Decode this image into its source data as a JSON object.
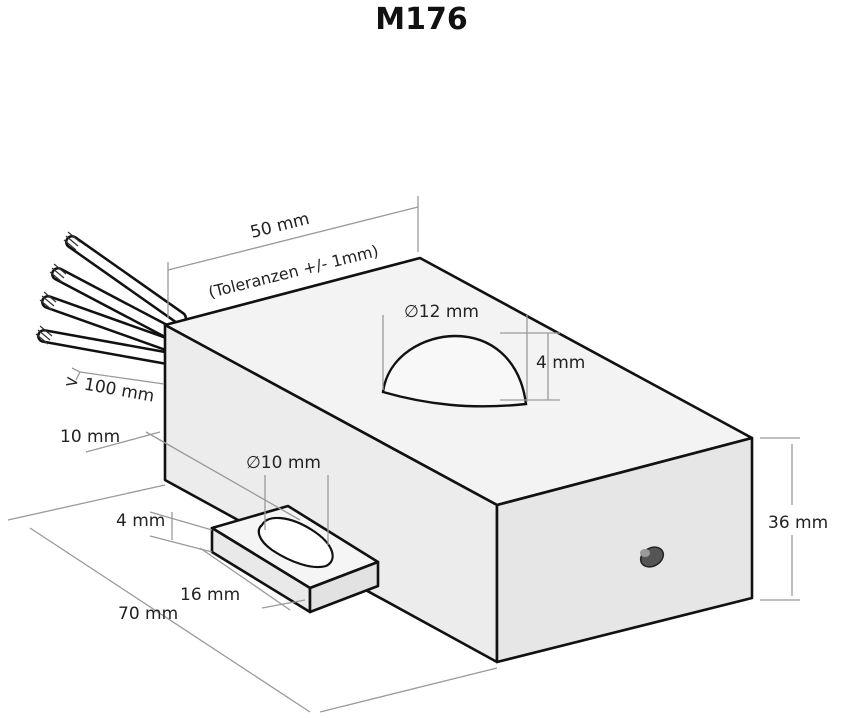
{
  "title": "M176",
  "dimensions": {
    "width": "50 mm",
    "tolerance": "(Toleranzen +/- 1mm)",
    "dome_diameter": "∅12 mm",
    "dome_height": "4 mm",
    "cable_length": "> 100 mm",
    "flange_offset": "10 mm",
    "hole_diameter": "∅10 mm",
    "flange_thickness": "4 mm",
    "flange_depth": "16 mm",
    "length": "70 mm",
    "height": "36 mm"
  },
  "colors": {
    "outline": "#111111",
    "face_light": "#f2f2f2",
    "face_mid": "#e8e8e8",
    "dimension_line": "#9a9a9a"
  }
}
